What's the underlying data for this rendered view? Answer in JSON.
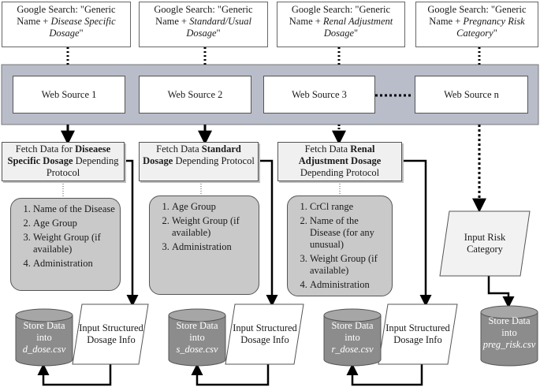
{
  "queries": [
    {
      "prefix": "Google Search: \"Generic Name + ",
      "italic": "Disease Specific Dosage",
      "suffix": "\""
    },
    {
      "prefix": "Google Search: \"Generic Name + ",
      "italic": "Standard/Usual Dosage",
      "suffix": "\""
    },
    {
      "prefix": "Google Search: \"Generic Name + ",
      "italic": "Renal Adjustment Dosage",
      "suffix": "\""
    },
    {
      "prefix": "Google Search: \"Generic Name + ",
      "italic": "Pregnancy Risk Category",
      "suffix": "\""
    }
  ],
  "sources": [
    "Web Source 1",
    "Web Source 2",
    "Web Source 3",
    "Web Source n"
  ],
  "fetch": [
    {
      "pre": "Fetch Data for ",
      "bold": "Diseaese Specific Dosage",
      "post": " Depending Protocol"
    },
    {
      "pre": "Fetch Data ",
      "bold": "Standard Dosage",
      "post": " Depending Protocol"
    },
    {
      "pre": "Fetch Data ",
      "bold": "Renal Adjustment Dosage",
      "post": " Depending Protocol"
    }
  ],
  "lists": [
    [
      "Name of the Disease",
      "Age Group",
      "Weight Group (if available)",
      "Administration"
    ],
    [
      "Age Group",
      "Weight Group (if available)",
      "Administration"
    ],
    [
      "CrCl range",
      "Name of the Disease (for any unusual)",
      "Weight Group (if available)",
      "Administration"
    ]
  ],
  "risk_input": "Input Risk Category",
  "stores": [
    {
      "label": "Store Data into",
      "file": "d_dose.csv"
    },
    {
      "label": "Store Data into",
      "file": "s_dose.csv"
    },
    {
      "label": "Store Data into",
      "file": "r_dose.csv"
    },
    {
      "label": "Store Data into",
      "file": "preg_risk.csv"
    }
  ],
  "inputs": [
    "Input Structured Dosage Info",
    "Input Structured Dosage Info",
    "Input Structured Dosage Info"
  ],
  "colors": {
    "band": "#b9bcc9",
    "list_fill": "#c9c9c9",
    "cylinder_fill": "#8c8c8c",
    "fetch_fill": "#f0f0f0"
  }
}
